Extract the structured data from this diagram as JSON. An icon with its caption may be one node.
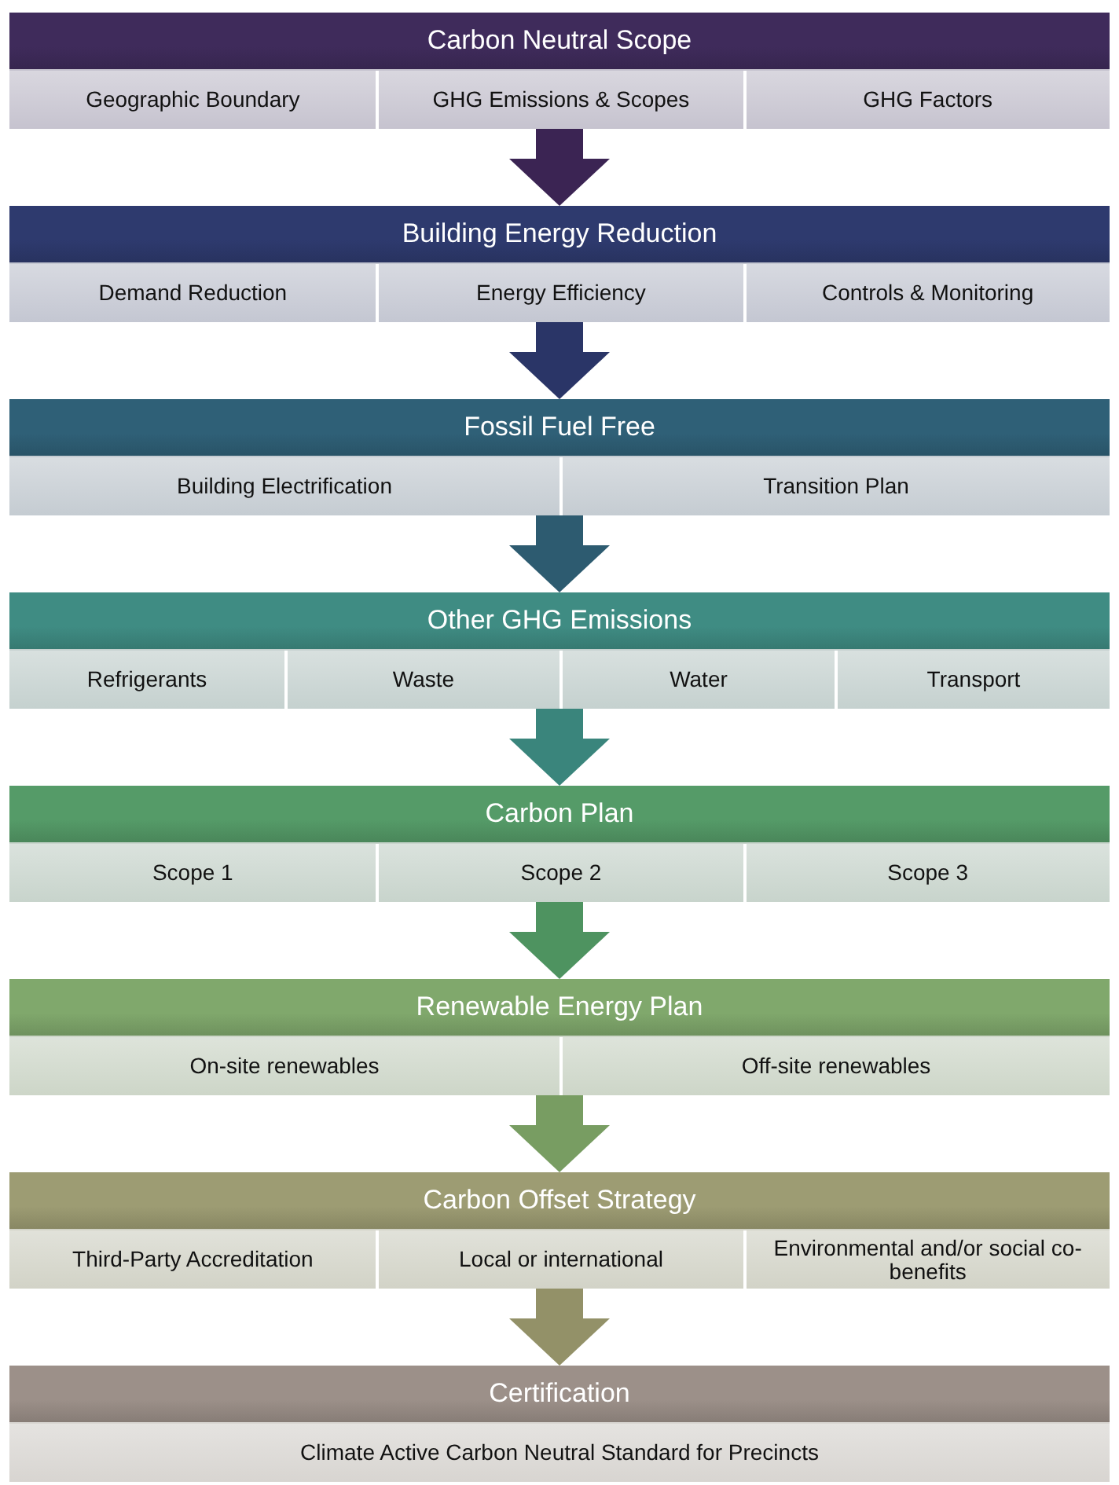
{
  "diagram": {
    "nodes": [
      {
        "text": [
          "Carbon Neutral Scope"
        ]
      },
      {
        "text": [
          "Geographic Boundary"
        ],
        "in": 0
      },
      {
        "text": [
          "GHG Emissions & Scopes"
        ],
        "in": 0
      },
      {
        "text": [
          "GHG Factors"
        ],
        "in": 0
      },
      {
        "text": [
          "Building Energy Reduction"
        ]
      },
      {
        "text": [
          "Demand Reduction"
        ],
        "in": 4
      },
      {
        "text": [
          "Energy Efficiency"
        ],
        "in": 4
      },
      {
        "text": [
          "Controls & Monitoring"
        ],
        "in": 4
      },
      {
        "text": [
          "Fossil Fuel Free"
        ]
      },
      {
        "text": [
          "Building Electrification"
        ],
        "in": 8
      },
      {
        "text": [
          "Transition Plan"
        ],
        "in": 8
      },
      {
        "text": [
          "Other GHG Emissions"
        ]
      },
      {
        "text": [
          "Refrigerants"
        ],
        "in": 11
      },
      {
        "text": [
          "Waste"
        ],
        "in": 11
      },
      {
        "text": [
          "Water"
        ],
        "in": 11
      },
      {
        "text": [
          "Transport"
        ],
        "in": 11
      },
      {
        "text": [
          "Carbon Plan"
        ]
      },
      {
        "text": [
          "Scope 1"
        ],
        "in": 16
      },
      {
        "text": [
          "Scope 2"
        ],
        "in": 16
      },
      {
        "text": [
          "Scope 3"
        ],
        "in": 16
      },
      {
        "text": [
          "Renewable Energy Plan"
        ]
      },
      {
        "text": [
          "On-site renewables"
        ],
        "in": 20
      },
      {
        "text": [
          "Off-site renewables"
        ],
        "in": 20
      },
      {
        "text": [
          "Carbon Offset Strategy"
        ]
      },
      {
        "text": [
          "Third-Party Accreditation"
        ],
        "in": 23
      },
      {
        "text": [
          "Local or international"
        ],
        "in": 23
      },
      {
        "text": [
          "Environmental and/or social co-benefits"
        ],
        "in": 23
      },
      {
        "text": [
          "Certification"
        ]
      },
      {
        "text": [
          "Climate Active Carbon Neutral Standard for Precincts"
        ],
        "in": 27
      }
    ],
    "edges": [
      {
        "from": 0,
        "to": 4,
        "arrow": "to",
        "color": "#3b2453"
      },
      {
        "from": 4,
        "to": 8,
        "arrow": "to",
        "color": "#2a3567"
      },
      {
        "from": 8,
        "to": 11,
        "arrow": "to",
        "color": "#2d5b70"
      },
      {
        "from": 11,
        "to": 16,
        "arrow": "to",
        "color": "#3a857c"
      },
      {
        "from": 16,
        "to": 20,
        "arrow": "to",
        "color": "#4e9360"
      },
      {
        "from": 20,
        "to": 23,
        "arrow": "to",
        "color": "#789d62"
      },
      {
        "from": 23,
        "to": 27,
        "arrow": "to",
        "color": "#939168"
      }
    ]
  }
}
